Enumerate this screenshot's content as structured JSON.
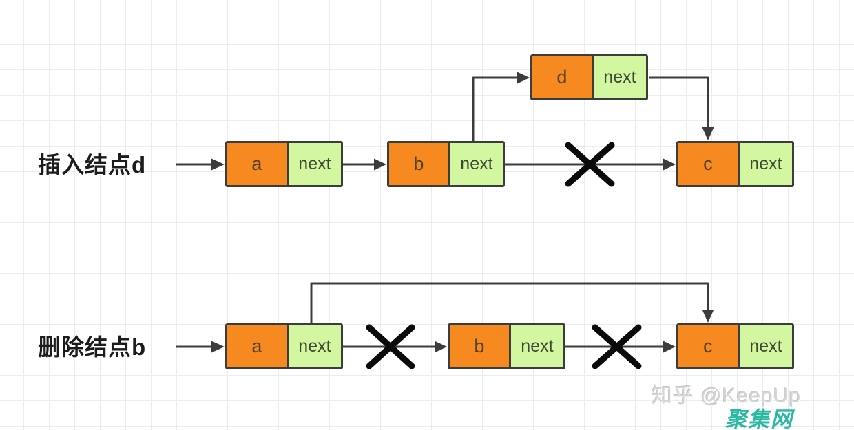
{
  "diagram": {
    "rows": [
      {
        "label": "插入结点d",
        "nodes": [
          {
            "value": "a",
            "next": "next"
          },
          {
            "value": "b",
            "next": "next"
          },
          {
            "value": "c",
            "next": "next"
          },
          {
            "value": "d",
            "next": "next"
          }
        ]
      },
      {
        "label": "删除结点b",
        "nodes": [
          {
            "value": "a",
            "next": "next"
          },
          {
            "value": "b",
            "next": "next"
          },
          {
            "value": "c",
            "next": "next"
          }
        ]
      }
    ],
    "colors": {
      "node_data_fill": "#f6891f",
      "node_next_fill": "#d3f6a0",
      "node_border": "#3c3c3c",
      "connector": "#3c3c3c",
      "x_mark": "#0a0a0a",
      "label_text": "#1c1c1c",
      "grid_line": "#ececec",
      "watermark_gray": "#d5d5d5",
      "watermark_teal": "#2cb9a2"
    }
  },
  "watermark": {
    "source": "知乎 @KeepUp",
    "badge": "聚集网"
  }
}
